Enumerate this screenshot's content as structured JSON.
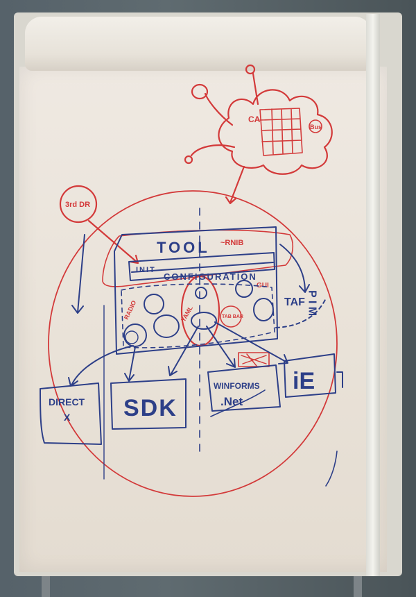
{
  "sketch": {
    "labels": {
      "third_dr": "3rd DR",
      "tool": "TOOL",
      "rnib": "~RNIB",
      "init": "INIT",
      "configuration": "CONFIGURATION",
      "radio": "RADIO",
      "yaml": "YAML",
      "tab_bar": "TAB BAR",
      "gui": "GUI",
      "taf": "TAF",
      "pim": "P I M",
      "ca": "CA",
      "bus": "Bus",
      "direct_x": "DIRECT X",
      "sdk": "SDK",
      "winforms": "WINFORMS",
      "net": ".Net",
      "ie": "iE"
    },
    "colors": {
      "blue_ink": "#2d3f88",
      "red_ink": "#d33a3a",
      "paper": "#ebe5dc",
      "wall": "#56626a"
    }
  }
}
